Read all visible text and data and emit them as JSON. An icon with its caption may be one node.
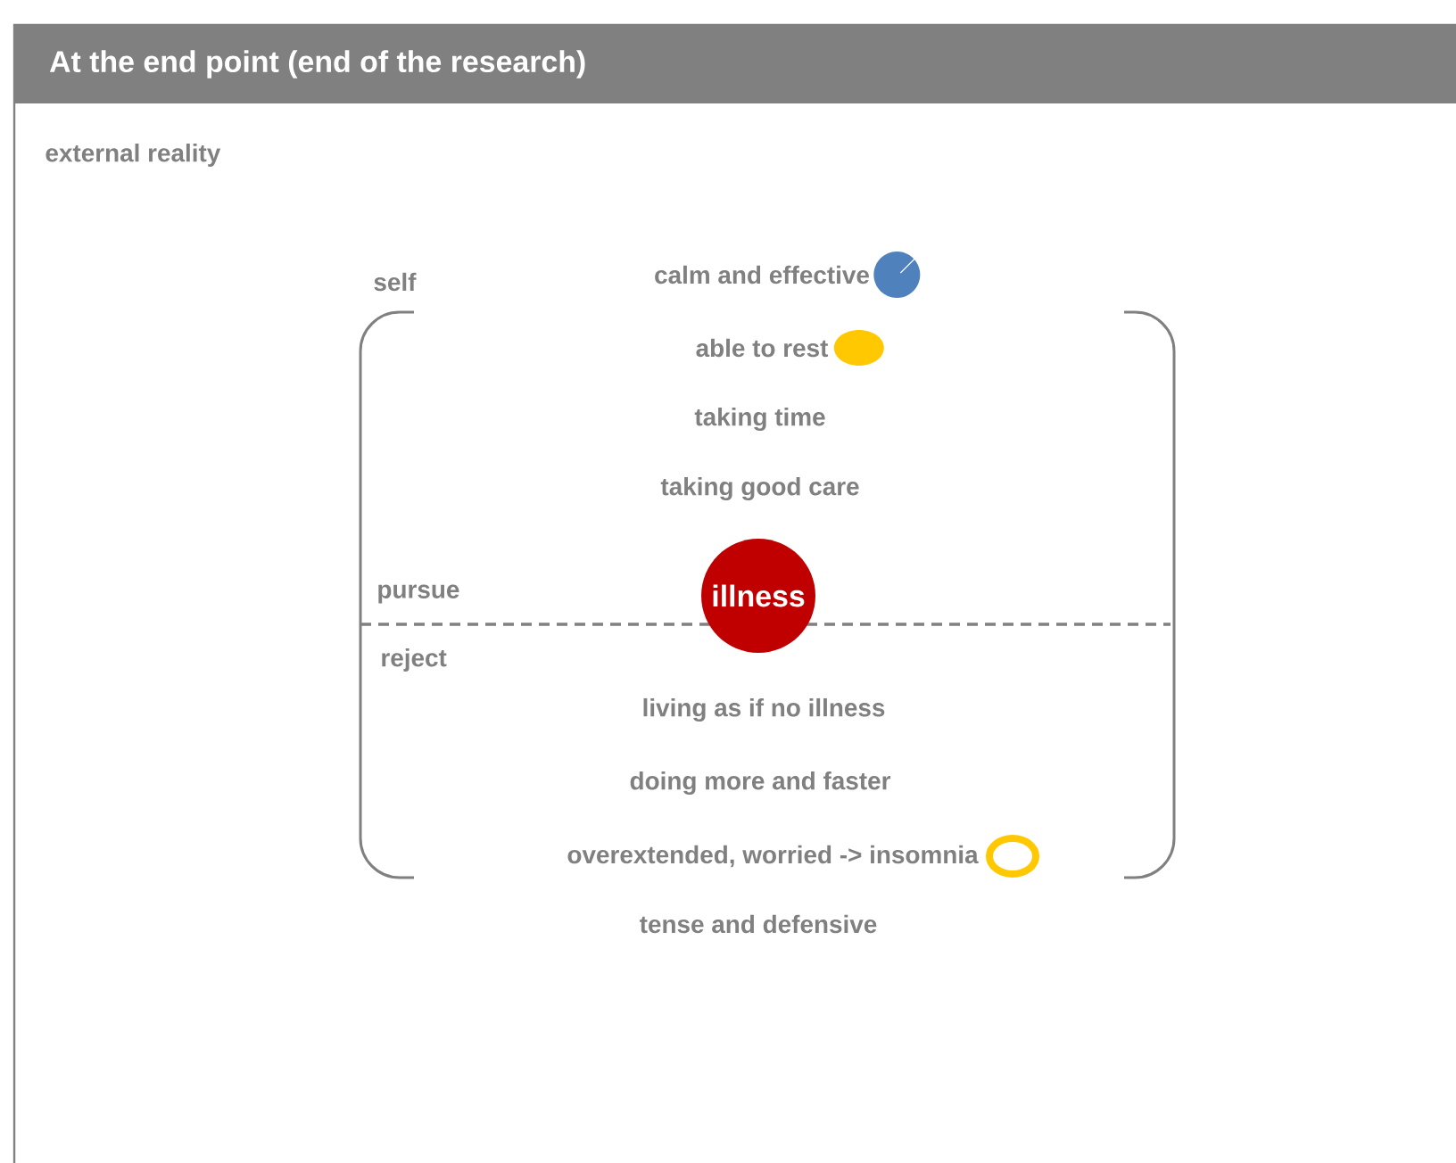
{
  "diagram": {
    "title": "At the end point (end of the research)",
    "nodes": [
      {
        "text": [
          "illness"
        ]
      }
    ],
    "labels": [
      "external reality",
      "self",
      "calm and effective",
      "able to rest",
      "taking time",
      "taking good care",
      "pursue",
      "reject",
      "living as if no illness",
      "doing more and faster",
      "overextended, worried -> insomnia",
      "tense and defensive"
    ]
  }
}
